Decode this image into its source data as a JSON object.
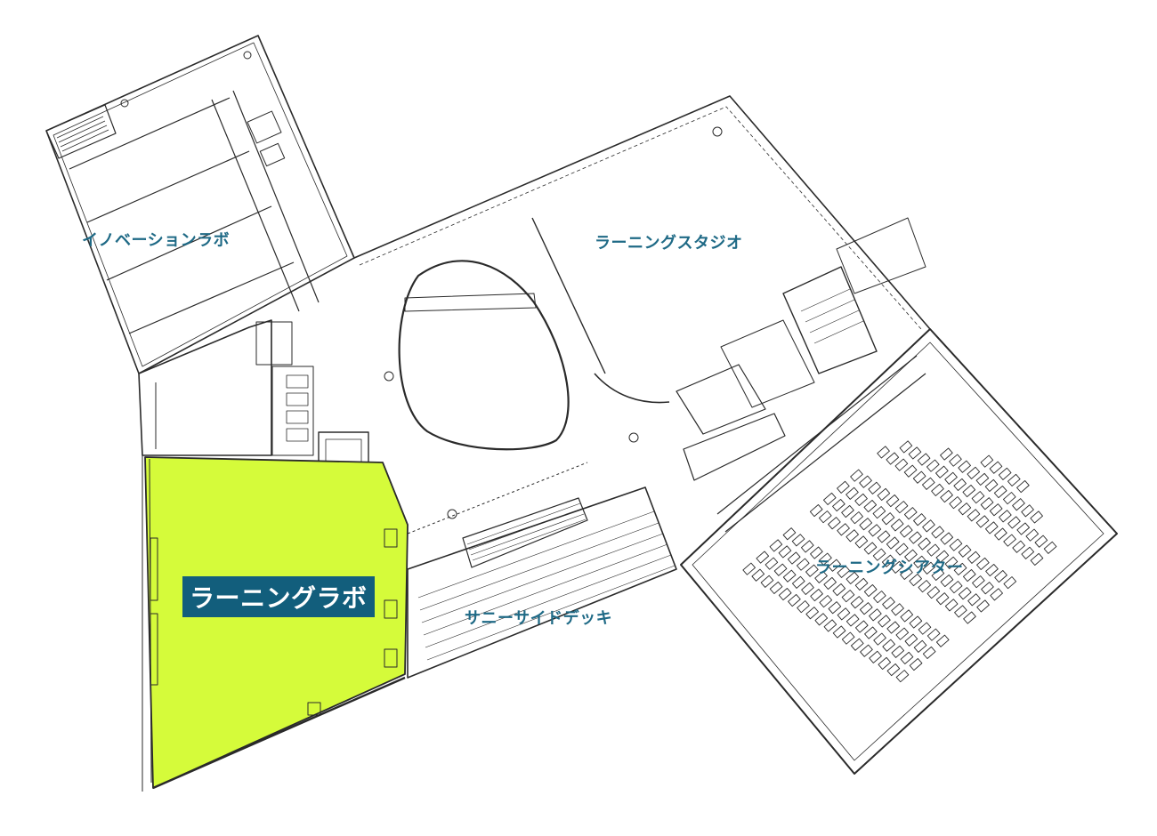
{
  "floor_plan": {
    "colors": {
      "label": "#1f6a86",
      "highlight_fill": "#d5fb3a",
      "highlight_label_bg": "#125e7c",
      "wall": "#2a2a2a"
    },
    "rooms": {
      "innovation_lab": "イノベーションラボ",
      "learning_studio": "ラーニングスタジオ",
      "learning_lab": "ラーニングラボ",
      "sunny_side_deck": "サニーサイドデッキ",
      "learning_theater": "ラーニングシアター"
    },
    "highlighted_room": "ラーニングラボ"
  }
}
